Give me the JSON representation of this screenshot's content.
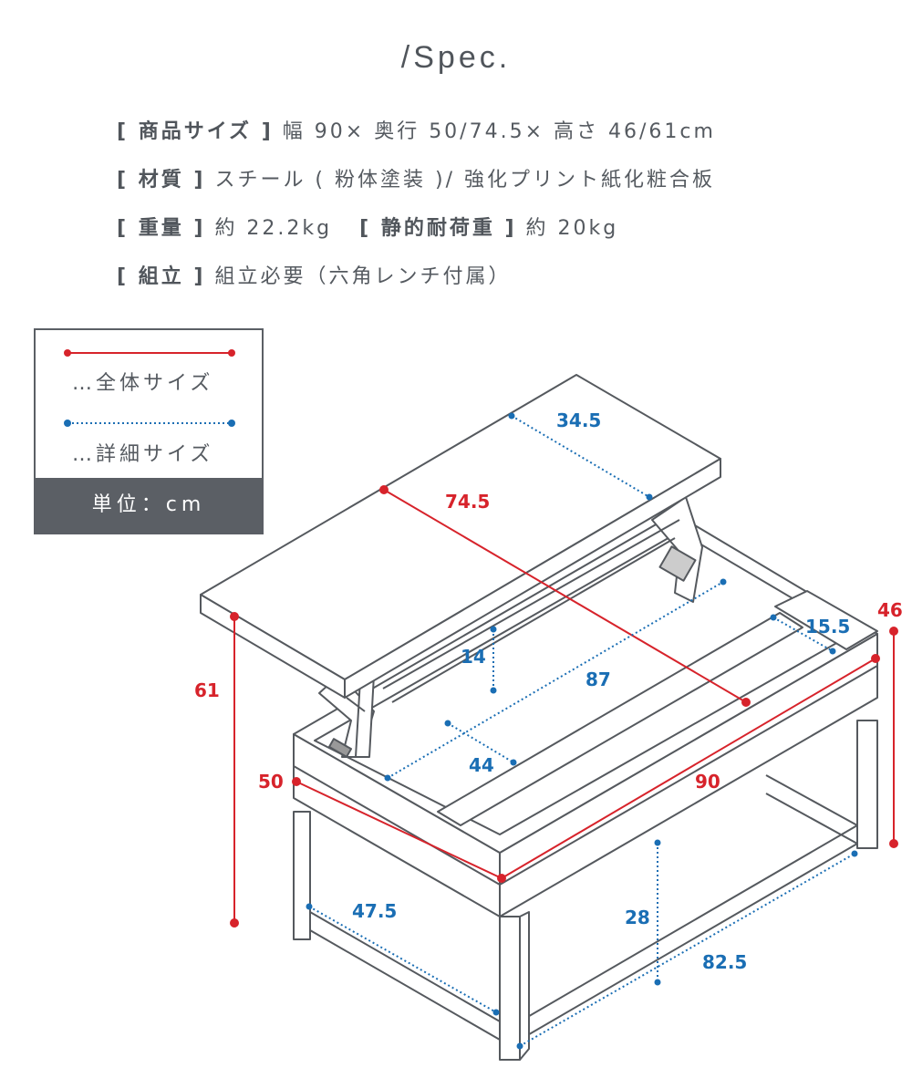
{
  "title": "/Spec.",
  "specs": {
    "size_label": "[ 商品サイズ ]",
    "size_value": "幅 90× 奥行 50/74.5× 高さ 46/61cm",
    "material_label": "[ 材質 ]",
    "material_value": "スチール ( 粉体塗装 )/ 強化プリント紙化粧合板",
    "weight_label": "[ 重量 ]",
    "weight_value": "約 22.2kg",
    "load_label": "[ 静的耐荷重 ]",
    "load_value": "約 20kg",
    "assembly_label": "[ 組立 ]",
    "assembly_value": "組立必要（六角レンチ付属）"
  },
  "legend": {
    "overall": "…全体サイズ",
    "detail": "…詳細サイズ",
    "unit": "単位：cm"
  },
  "colors": {
    "overall": "#d7232b",
    "detail": "#1a6eb4",
    "line": "#55595e"
  },
  "dimensions": {
    "top_width": "34.5",
    "top_depth": "74.5",
    "height_raised": "61",
    "height": "46",
    "side_storage": "15.5",
    "inner_height": "14",
    "inner_width": "87",
    "inner_depth": "44",
    "depth": "50",
    "width": "90",
    "leg_depth": "47.5",
    "leg_height": "28",
    "leg_width": "82.5"
  }
}
